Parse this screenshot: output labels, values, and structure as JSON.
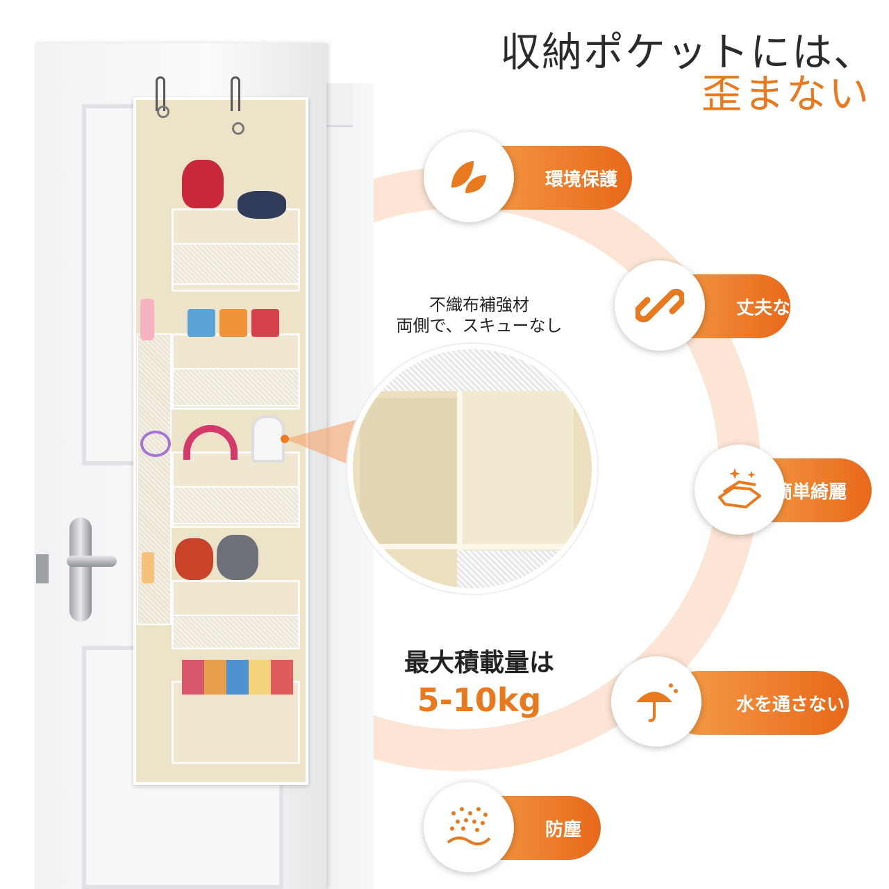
{
  "headline": {
    "line1": "収納ポケットには、",
    "line2": "歪まない"
  },
  "features": [
    {
      "label": "環境保護",
      "icon": "leaf-icon"
    },
    {
      "label": "丈夫な",
      "icon": "chain-link-icon"
    },
    {
      "label": "簡単綺麗",
      "icon": "cleaning-hand-icon"
    },
    {
      "label": "水を通さない",
      "icon": "umbrella-icon"
    },
    {
      "label": "防塵",
      "icon": "dust-icon"
    }
  ],
  "callout": {
    "line1": "不織布補強材",
    "line2": "両側で、スキューなし"
  },
  "capacity": {
    "label": "最大積載量は",
    "value": "5-10kg"
  },
  "colors": {
    "accent": "#e8791e",
    "pocket": "#efe7cf",
    "ring": "#fbe3d2"
  }
}
